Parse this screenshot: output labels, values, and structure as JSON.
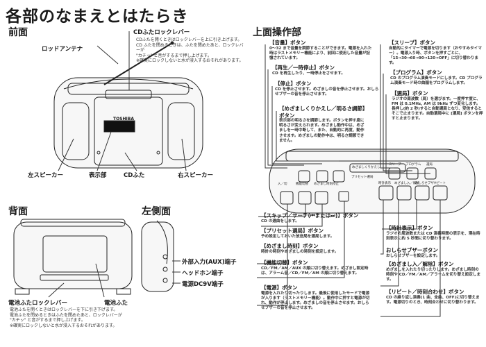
{
  "title": "各部のなまえとはたらき",
  "sections": {
    "front": "前面",
    "back": "背面",
    "left": "左側面",
    "top": "上面操作部"
  },
  "front": {
    "cd_lid_lock_lever": {
      "label": "CDふたロックレバー",
      "desc": [
        "CDふたを開くときはロックレバーを上に引き上げます。",
        "CD ふたを閉めるときは、ふたを閉めたあと、ロックレバーが",
        "\"カチッ\" と音がするまで押し上げます。",
        "※確実にロックしないと水が浸入するおそれがあります。"
      ]
    },
    "rod_antenna": "ロッドアンテナ",
    "left_speaker": "左スピーカー",
    "display": "表示部",
    "cd_lid": "CDふた",
    "right_speaker": "右スピーカー",
    "brand": "TOSHIBA"
  },
  "back": {
    "battery_lever": {
      "label": "電池ふたロックレバー",
      "desc": [
        "電池ふたを開くときはロックレバーを下に引き下げます。",
        "電池ふたを閉めるときはふたを閉めたあと、ロックレバーが",
        "\"カチッ\" と音がするまで押し上げます。",
        "※確実にロックしないと水が浸入するおそれがあります。"
      ]
    },
    "battery_lid": "電池ふた",
    "aux": "外部入力(AUX)端子",
    "headphone": "ヘッドホン端子",
    "dc": "電源DC9V端子"
  },
  "top": {
    "volume": {
      "label": "【音量】ボタン",
      "desc": "0〜32 まで音量を調節することができます。電源を入れた時はラストメモリー機能により、前回に使用した音量が記憶されています。"
    },
    "play_pause": {
      "label": "【再生／一時停止】ボタン",
      "desc": "CD を再生したり、一時停止をさせます。"
    },
    "stop": {
      "label": "【停止】ボタン",
      "desc": "CD を停止させます。めざましの音を停止させます。おしらせブザーの音を停止させます。"
    },
    "snooze": {
      "label": "【めざましくりかえし／明るさ調節】ボタン",
      "desc": "表示部の明るさを調節します。ボタンを押す度に明るさが変えられます。めざまし動作中は、めざましを一時中断して、また、自動的に再度、動作させます。めざましの動作中は、明るさ調節できません。"
    },
    "skip": {
      "label": "【スキップ／サーチ(⏮または⏭)】ボタン",
      "desc": "CD の選曲をします。"
    },
    "preset": {
      "label": "【プリセット選局】ボタン",
      "desc": "予め設定しておいた放送局を選局します。"
    },
    "alarm_time": {
      "label": "【めざまし時刻】ボタン",
      "desc": "時計の時刻やめざましの時刻を設定します。"
    },
    "function": {
      "label": "【機能切替】ボタン",
      "desc": "CD／FM／AM／AUX の順に切り替えます。めざまし設定時は、アラーム音／CD／FM／AM の順に切り替えます。"
    },
    "power": {
      "label": "【電源】ボタン",
      "desc": "電源を入れたり切ったりします。最後に使用したモードで電源が入ります（ラストメモリー機能）。動作中に押すと電源が切れ、動作が停止します。めざましの音を停止させます。おしらせブザーの音を停止させます。"
    },
    "sleep": {
      "label": "【スリープ】ボタン",
      "desc": "自動的にタイマーで電源を切ります（おやすみタイマー）。電源入り時、ボタンを押すごとに、「15→30→60→90→120→OFF」に切り替わります。"
    },
    "program": {
      "label": "【プログラム】ボタン",
      "desc": "CD のプログラム演奏モードにします。CD プログラム演奏モード時の曲順をプログラムします。"
    },
    "tuning": {
      "label": "【選局】ボタン",
      "desc": "ラジオの周波数（局）を選びます。一度押す度に、FM は 0.1MHz, AM は 9kHz ずつ変化します。長押し(約 2 秒)すると自動選局となり、受信するとそこで止まります。自動選局中に [選局] ボタンを押すと止まります。"
    },
    "clock_display": {
      "label": "【時計表示】ボタン",
      "desc": "ラジオの周波数または CD 演奏時間の表示を、現在時刻表示に約 5 秒間に切り替わります。"
    },
    "chime": {
      "label": "おしらせブザーボタン",
      "desc": "おしらせブザーを設定します。"
    },
    "alarm_onoff": {
      "label": "【めざまし入／解除】ボタン",
      "desc": "めざましを入れたり切ったりします。めざまし時刻の時刻や CD／FM／AM／アラームを切り替え設定します。"
    },
    "repeat": {
      "label": "【リピート／時刻合わせ】ボタン",
      "desc": "CD の繰り返し演奏(1 曲、全曲、OFF)に切り替えます。電源切りのとき、時刻合わせに切り替わります。"
    }
  },
  "panel_labels": {
    "power": "入／切",
    "function": "機能切替",
    "alarm": "めざまし時刻",
    "stop": "停止",
    "snooze": "めざましくりかえし",
    "sleep": "スリープ",
    "program": "プログラム",
    "tuning": "選局",
    "clock": "時計表示",
    "alarm_set": "めざまし入／解除",
    "chime": "おしらせブザー",
    "repeat": "リピート",
    "preset": "プリセット選局"
  },
  "colors": {
    "ink": "#1a1a1a",
    "line": "#333333",
    "device_fill": "#f4f4f4",
    "display": "#111111"
  }
}
